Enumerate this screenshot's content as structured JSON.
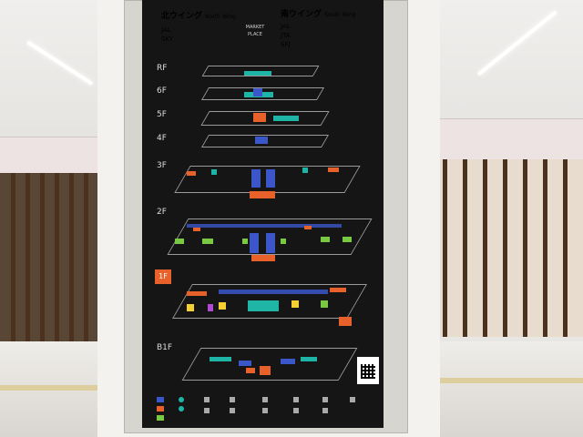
{
  "sign": {
    "north": {
      "title": "北ウイング",
      "title_en": "North Wing",
      "airline1": "JAL",
      "airline2": "SKY"
    },
    "south": {
      "title": "南ウイング",
      "title_en": "South Wing",
      "airline1": "JAL",
      "airline2": "JTA",
      "airline3": "SFJ"
    },
    "center_logo": "MARKET PLACE"
  },
  "floors": [
    "RF",
    "6F",
    "5F",
    "4F",
    "3F",
    "2F",
    "1F",
    "B1F"
  ],
  "colors": {
    "board": "#151515",
    "shops": "#e8602a",
    "restaurants": "#1fb5a6",
    "services": "#3a56c9",
    "gates": "#7ac943",
    "facilities": "#f5d033",
    "elevators": "#b04ad0"
  }
}
